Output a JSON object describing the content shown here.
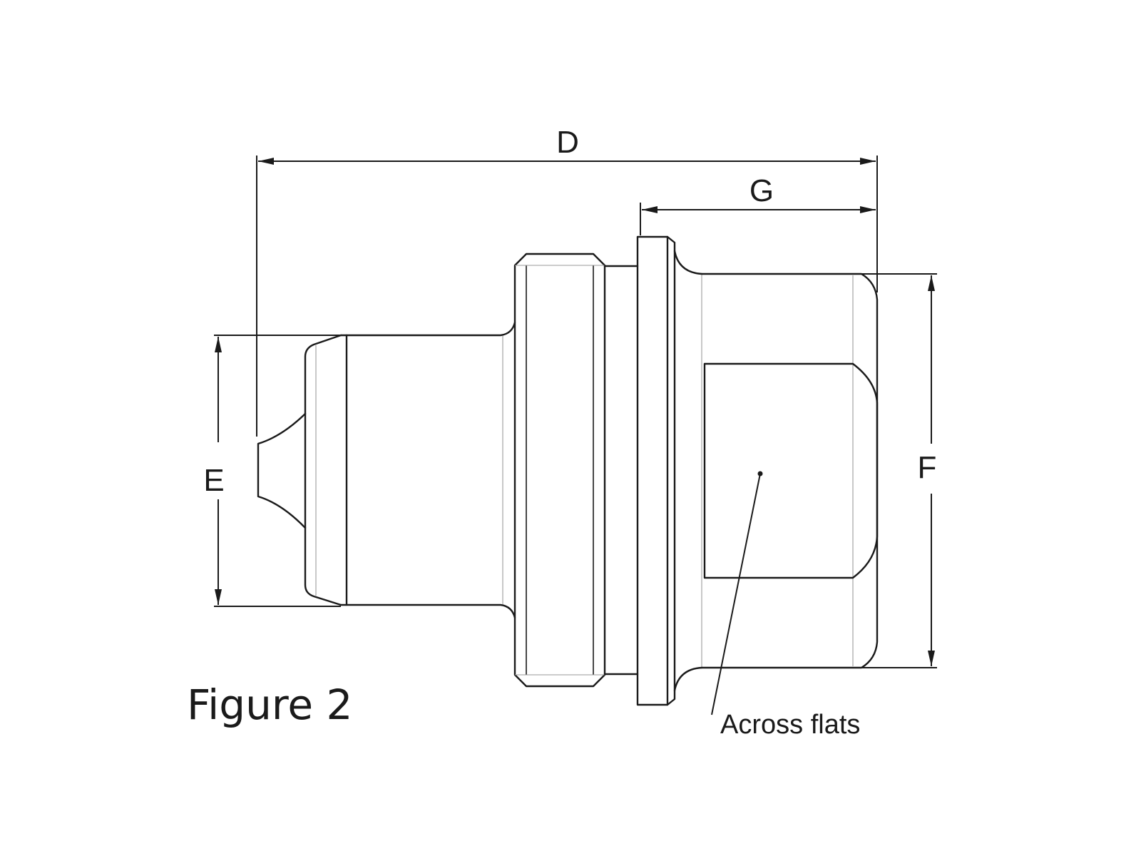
{
  "figure": {
    "caption": "Figure 2",
    "callout": "Across flats"
  },
  "dimensions": {
    "overall_length": "D",
    "tip_diameter": "E",
    "head_width": "F",
    "head_length": "G"
  }
}
